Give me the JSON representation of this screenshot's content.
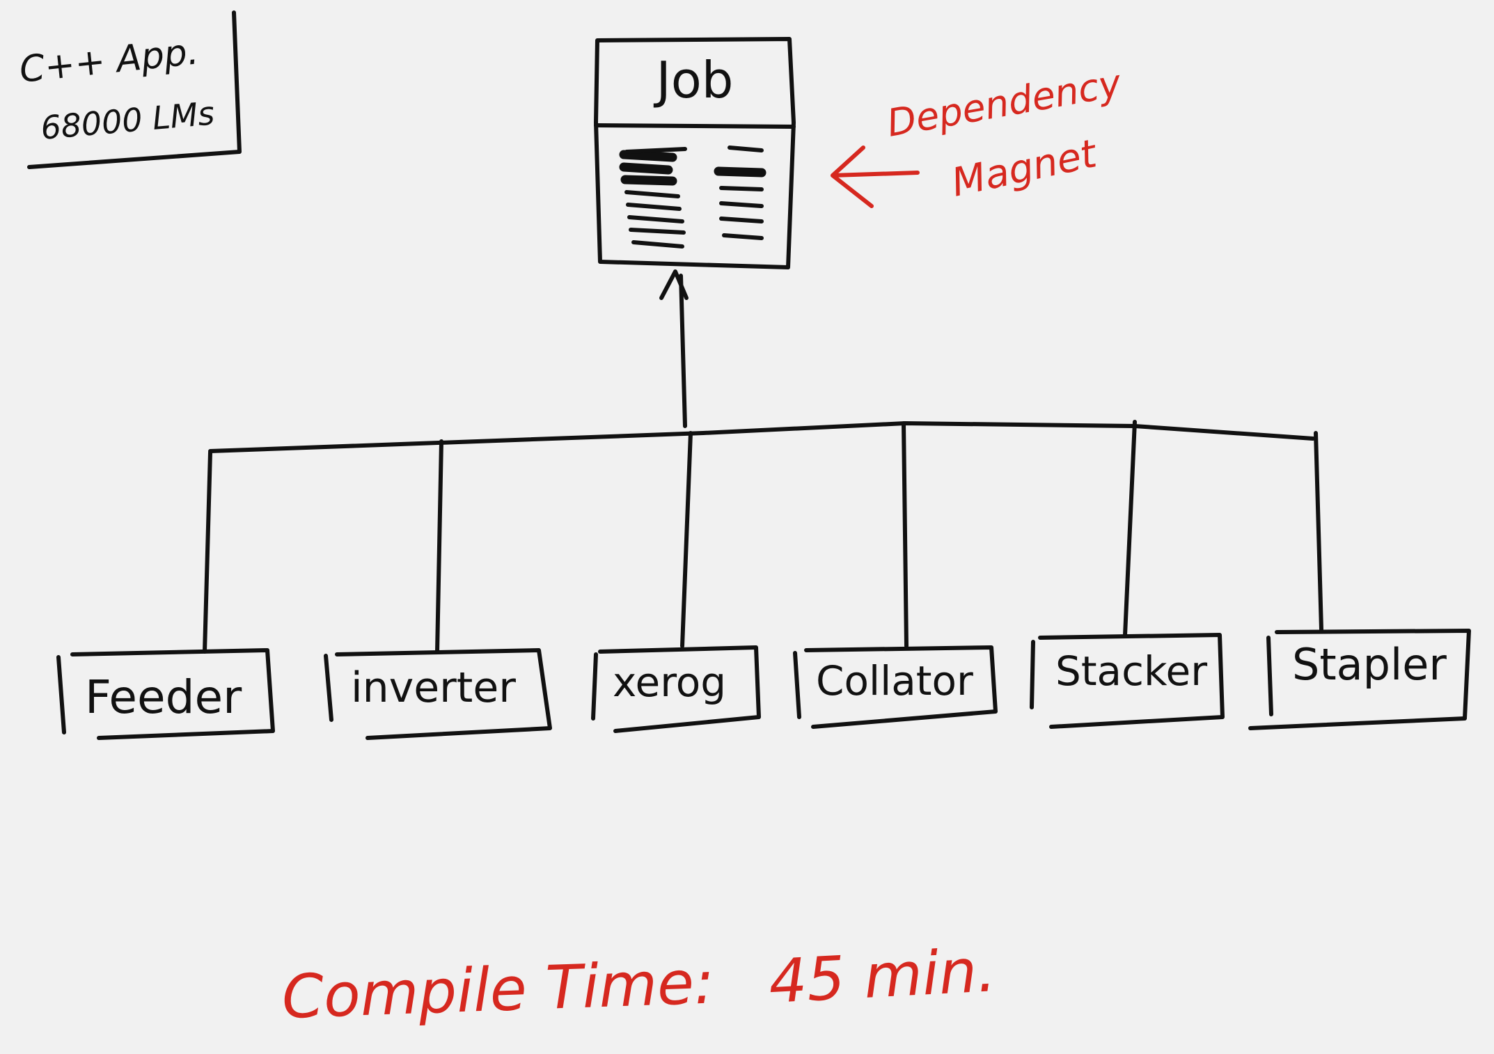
{
  "note": {
    "line1": "C++ App.",
    "line2": "68000 LMs"
  },
  "job": {
    "title": "Job"
  },
  "annotation": {
    "line1": "Dependency",
    "line2": "Magnet"
  },
  "modules": [
    {
      "label": "Feeder"
    },
    {
      "label": "inverter"
    },
    {
      "label": "xerog"
    },
    {
      "label": "Collator"
    },
    {
      "label": "Stacker"
    },
    {
      "label": "Stapler"
    }
  ],
  "footer": {
    "label": "Compile Time:",
    "value": "45 min."
  },
  "colors": {
    "ink": "#111111",
    "accent": "#d6281f",
    "paper": "#f1f1f1"
  }
}
